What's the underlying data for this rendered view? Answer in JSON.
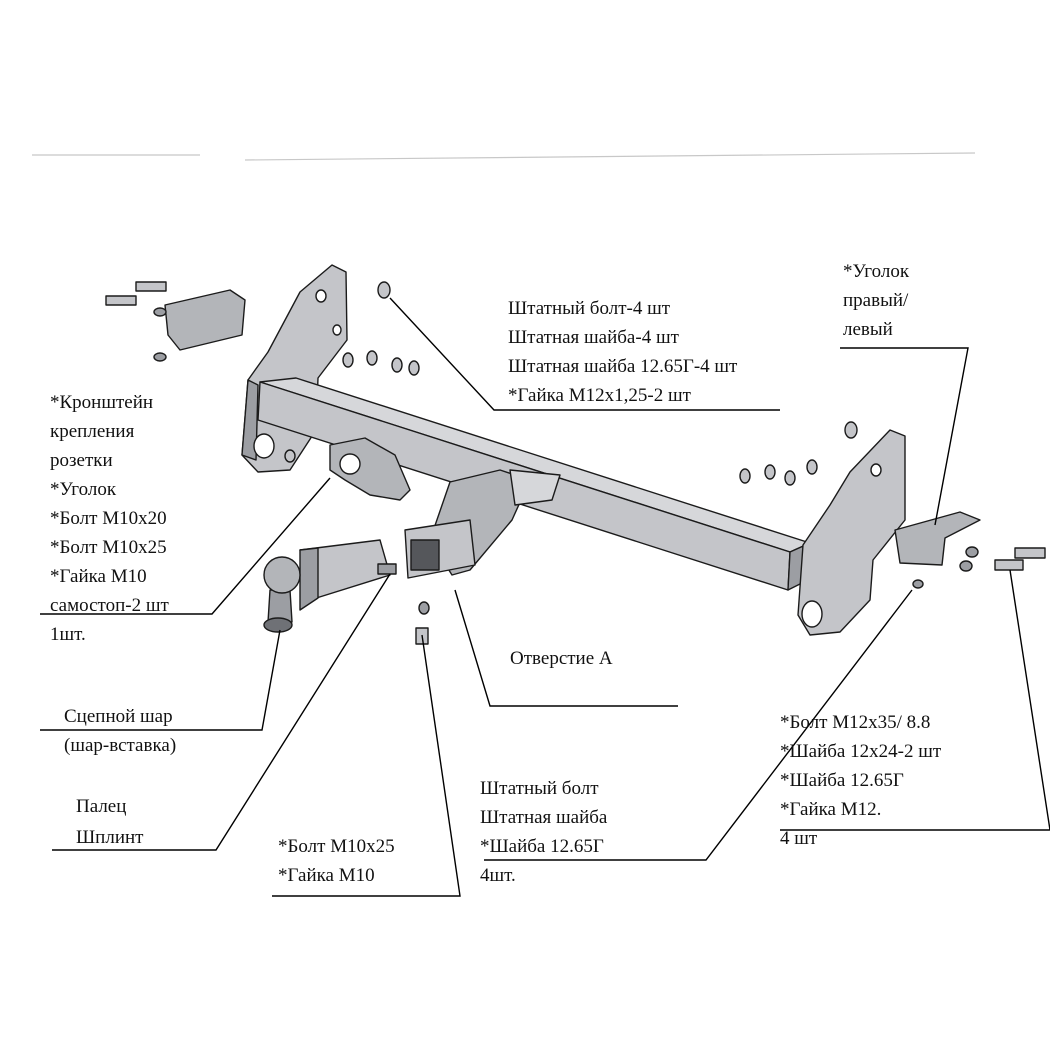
{
  "colors": {
    "part_fill": "#c4c5c9",
    "part_shade": "#9c9ea3",
    "part_dark": "#6f7176",
    "line": "#000000",
    "background": "#ffffff"
  },
  "labels": {
    "standard_bolts": [
      "Штатный болт-4 шт",
      "Штатная шайба-4 шт",
      "Штатная шайба 12.65Г-4 шт",
      "*Гайка М12х1,25-2 шт"
    ],
    "corner_right_left": [
      "*Уголок",
      "правый/",
      "левый"
    ],
    "socket_bracket": [
      "*Кронштейн",
      "крепления",
      "розетки",
      "*Уголок",
      "*Болт М10х20",
      "*Болт М10х25",
      "*Гайка М10",
      "самостоп-2 шт",
      "1шт."
    ],
    "hole_a": "Отверстие А",
    "tow_ball": [
      "Сцепной шар",
      "(шар-вставка)"
    ],
    "pin": [
      "Палец",
      "Шплинт"
    ],
    "bolt_m10": [
      "*Болт М10х25",
      "*Гайка М10"
    ],
    "standard_bolt_bottom": [
      "Штатный болт",
      "Штатная шайба",
      "*Шайба 12.65Г",
      "4шт."
    ],
    "bolt_m12": [
      "*Болт М12х35/ 8.8",
      "*Шайба 12х24-2 шт",
      "*Шайба 12.65Г",
      "*Гайка М12.",
      "4 шт"
    ]
  }
}
